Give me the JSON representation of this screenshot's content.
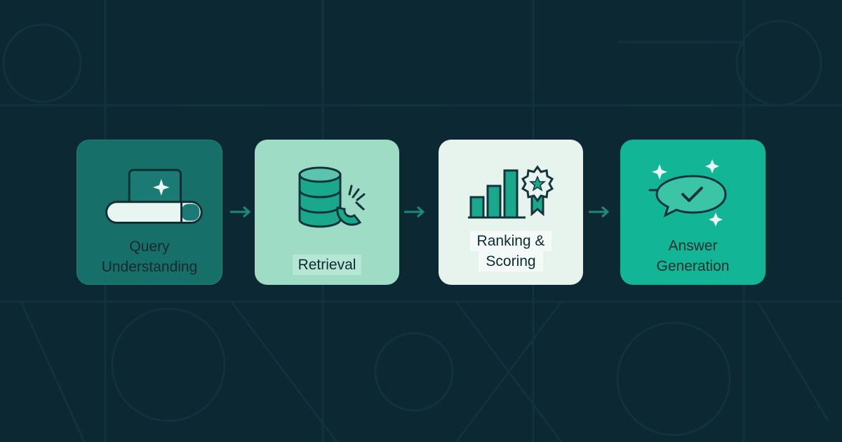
{
  "diagram": {
    "steps": [
      {
        "line1": "Query",
        "line2": "Understanding",
        "icon": "search-bar-sparkle-icon"
      },
      {
        "line1": "Retrieval",
        "line2": "",
        "icon": "database-magnet-icon"
      },
      {
        "line1": "Ranking &",
        "line2": "Scoring",
        "icon": "bar-chart-award-icon"
      },
      {
        "line1": "Answer",
        "line2": "Generation",
        "icon": "chat-check-sparkle-icon"
      }
    ],
    "colors": {
      "background": "#0b2833",
      "step1": "#176f6a",
      "step2": "#9fdcc6",
      "step3": "#e7f4ee",
      "step4": "#12b596",
      "arrow": "#1f8a7a",
      "icon_stroke": "#12343a"
    }
  }
}
